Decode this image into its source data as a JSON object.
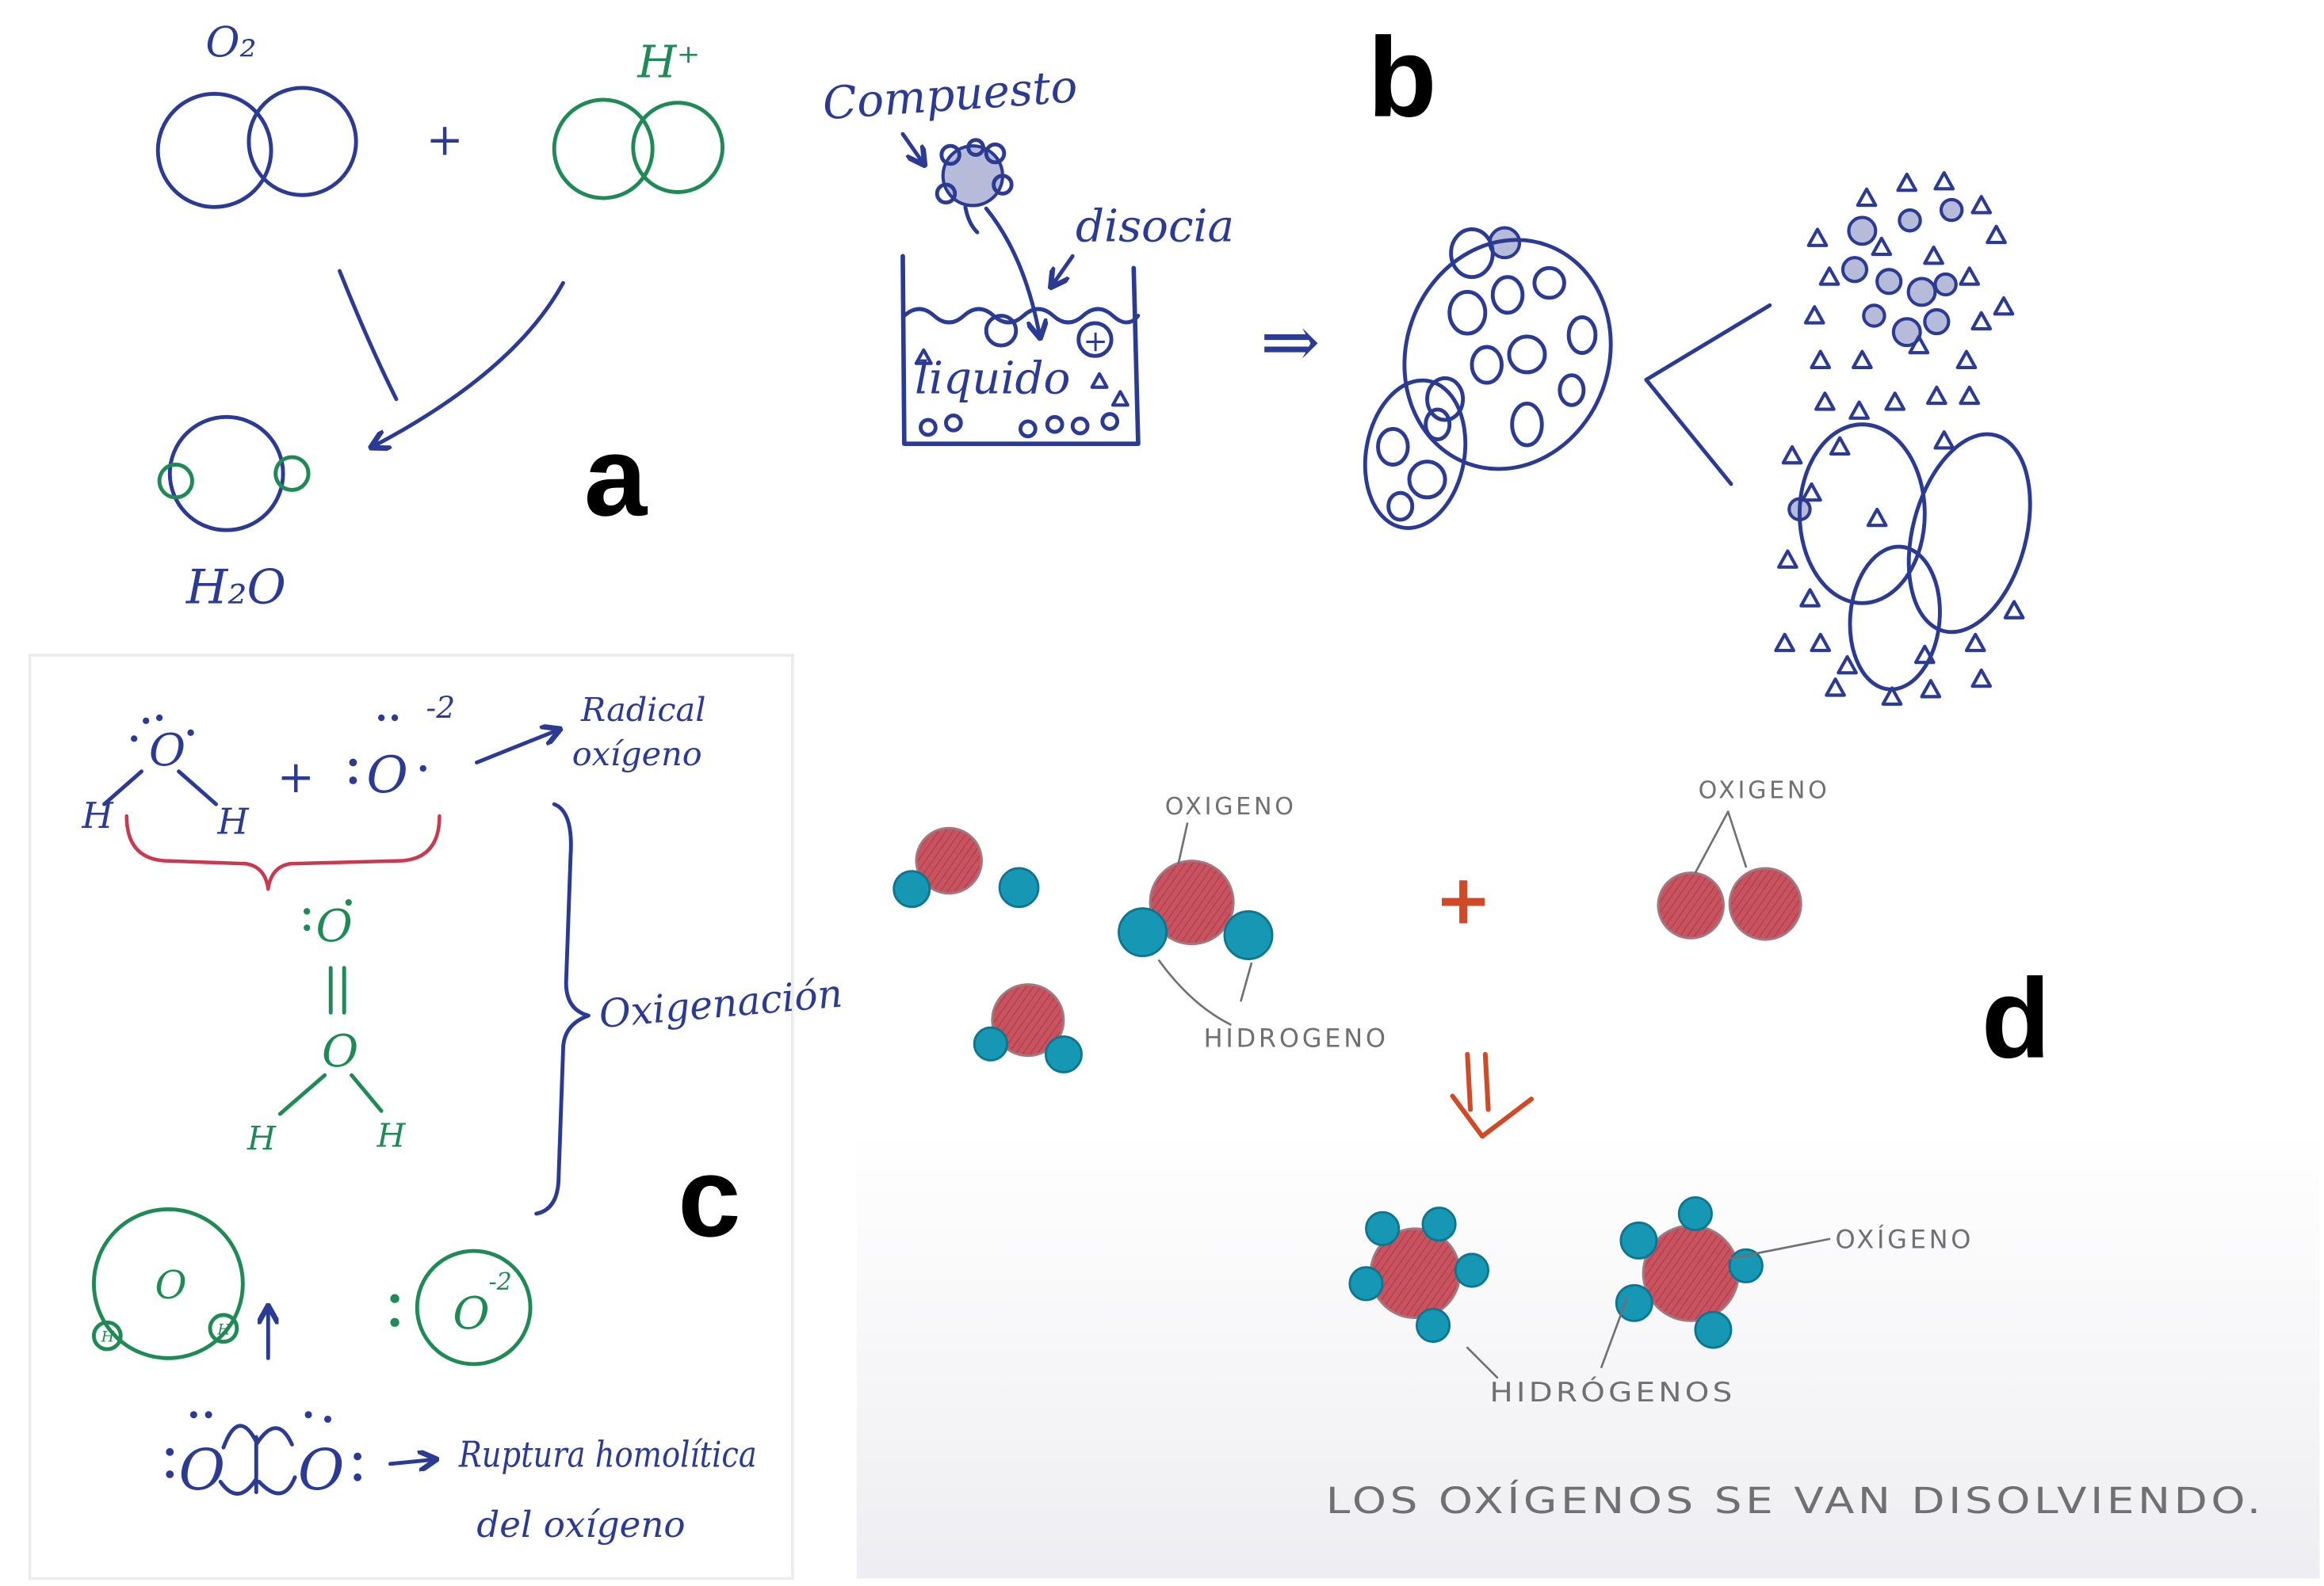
{
  "panel_a": {
    "label": "a",
    "oxygen_molecule": "O₂",
    "plus": "+",
    "proton": "H⁺",
    "water": "H₂O"
  },
  "panel_b": {
    "label": "b",
    "compound": "Compuesto",
    "dissociates": "disocia",
    "liquid": "liquido",
    "cation_sign": "+",
    "implies": "⇒"
  },
  "panel_c": {
    "label": "c",
    "water_o": "O",
    "water_h_left": "H",
    "water_h_right": "H",
    "plus": "+",
    "radical_o": "O",
    "radical_charge": "-2",
    "radical_caption_1": "Radical",
    "radical_caption_2": "oxígeno",
    "peroxide_o_top": "O",
    "peroxide_o_mid": "O",
    "peroxide_h_left": "H",
    "peroxide_h_right": "H",
    "oxygenation": "Oxigenación",
    "bottom_water_o": "O",
    "bottom_h_left": "H",
    "bottom_h_right": "H",
    "bottom_ion_o": "O",
    "bottom_ion_charge": "-2",
    "split_o_left": "O",
    "split_o_right": "O",
    "rupture_1": "Ruptura homolítica",
    "rupture_2": "del oxígeno"
  },
  "panel_d": {
    "label": "d",
    "oxygen_top_left": "OXIGENO",
    "hydrogen": "HIDROGENO",
    "plus": "+",
    "oxygen_top_right": "OXIGENO",
    "oxygen_bottom": "OXÍGENO",
    "hydrogens": "HIDRÓGENOS",
    "caption": "LOS OXÍGENOS SE VAN DISOLVIENDO."
  },
  "colors": {
    "ink_blue": "#2b3b93",
    "ink_green": "#1f8a55",
    "ink_red": "#c73a50",
    "ink_orange": "#cf4a26",
    "atom_red": "#c9525f",
    "atom_teal": "#1697b4",
    "pencil": "#6f6f74",
    "label": "#000000"
  }
}
